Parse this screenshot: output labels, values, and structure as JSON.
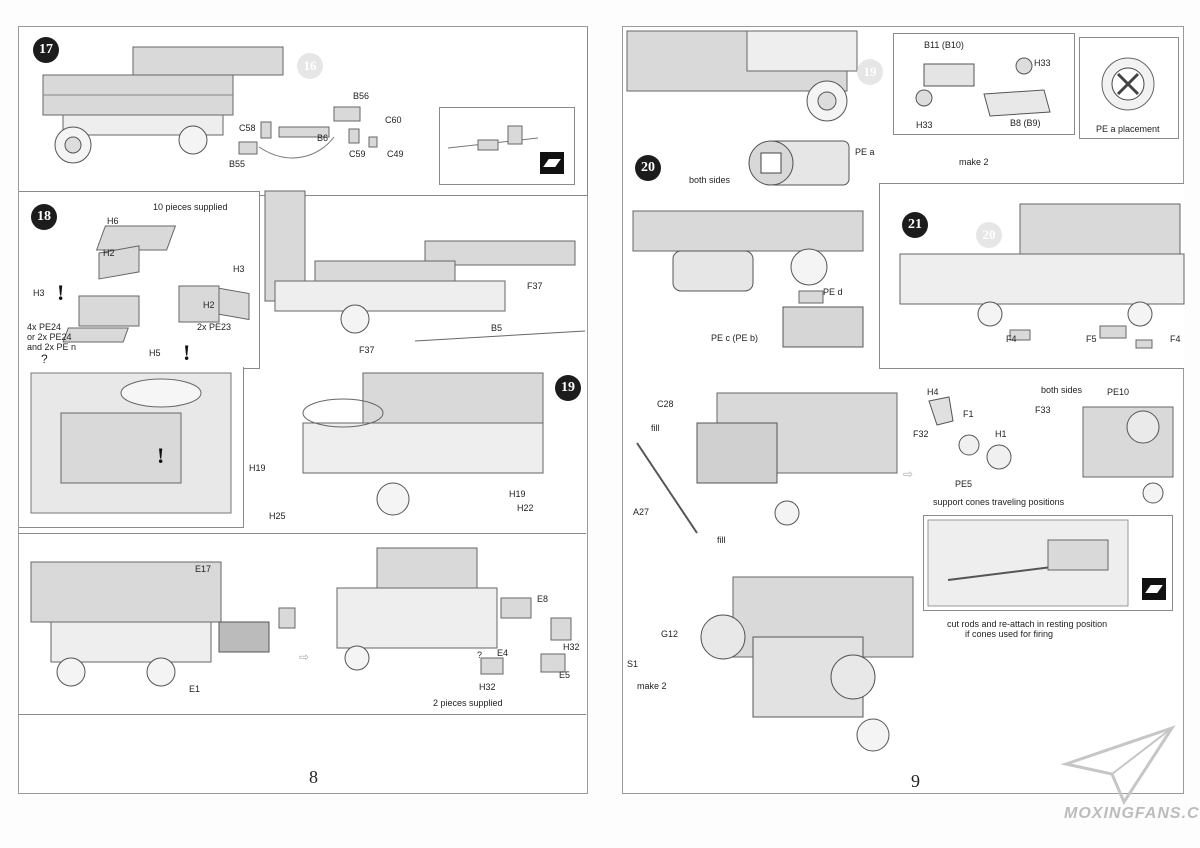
{
  "pages": {
    "left": {
      "page_number": "8",
      "step17": {
        "number": "17",
        "prev_step": "16",
        "parts": [
          "B56",
          "C58",
          "B6",
          "C60",
          "C59",
          "C49",
          "B55"
        ]
      },
      "step18": {
        "number": "18",
        "note_supplied": "10 pieces supplied",
        "parts": [
          "H6",
          "H2",
          "H3",
          "H3",
          "H2",
          "H5"
        ],
        "note_pe24_line1": "4x PE24",
        "note_pe24_line2": "or 2x PE24",
        "note_pe24_line3": "and 2x PE n",
        "note_question": "?",
        "note_pe23": "2x PE23",
        "exclamation": "!"
      },
      "assembly_labels": [
        "F37",
        "B5",
        "F37"
      ],
      "step19": {
        "number": "19",
        "parts": [
          "H19",
          "H25",
          "H19",
          "H22"
        ]
      },
      "bottom": {
        "parts_left": [
          "E17",
          "E1"
        ],
        "parts_right": [
          "E8",
          "E4",
          "H32",
          "H32",
          "E5"
        ],
        "question": "?",
        "note_supplied": "2 pieces supplied"
      }
    },
    "right": {
      "page_number": "9",
      "step20": {
        "number": "20",
        "prev_step": "19",
        "parts_inset": [
          "B11 (B10)",
          "H33",
          "H33",
          "B8 (B9)"
        ],
        "pe_placement": "PE a placement",
        "pe_a": "PE a",
        "make2": "make 2",
        "both_sides": "both sides",
        "pe_d": "PE d",
        "pe_c": "PE c (PE b)"
      },
      "step21": {
        "number": "21",
        "prev_step": "20",
        "parts": [
          "F4",
          "F5",
          "F4"
        ]
      },
      "lower": {
        "parts_left": [
          "C28",
          "fill",
          "A27",
          "fill"
        ],
        "parts_right": [
          "H4",
          "F1",
          "F32",
          "H1",
          "PE5",
          "both sides",
          "PE10",
          "F33"
        ],
        "support_note": "support cones traveling positions",
        "cut_note_line1": "cut rods and re-attach in resting position",
        "cut_note_line2": "if cones used for firing",
        "bottom_parts": [
          "G12",
          "S1"
        ],
        "make2": "make 2"
      }
    }
  },
  "watermark": "MOXINGFANS.COM"
}
